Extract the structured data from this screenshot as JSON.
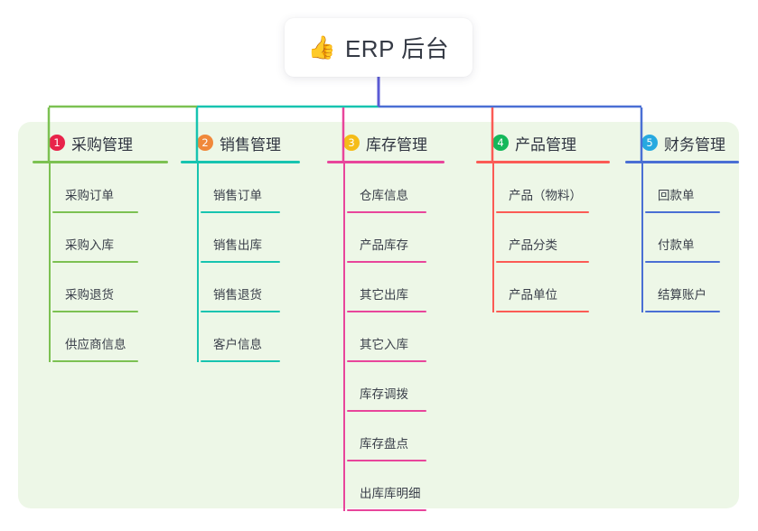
{
  "root": {
    "icon": "thumbs-up-icon",
    "emoji": "👍",
    "title": "ERP 后台"
  },
  "theme": {
    "panel_bg": "#edf7e7",
    "page_bg": "#ffffff",
    "stem_color": "#5b5bd6",
    "text_color": "#3a3f4a"
  },
  "columns": [
    {
      "number": "1",
      "title": "采购管理",
      "badge_color": "#e8234a",
      "line_color": "#7cc152",
      "items": [
        {
          "label": "采购订单"
        },
        {
          "label": "采购入库"
        },
        {
          "label": "采购退货"
        },
        {
          "label": "供应商信息"
        }
      ]
    },
    {
      "number": "2",
      "title": "销售管理",
      "badge_color": "#f0883a",
      "line_color": "#17c4b0",
      "items": [
        {
          "label": "销售订单"
        },
        {
          "label": "销售出库"
        },
        {
          "label": "销售退货"
        },
        {
          "label": "客户信息"
        }
      ]
    },
    {
      "number": "3",
      "title": "库存管理",
      "badge_color": "#f5bc18",
      "line_color": "#e8459b",
      "items": [
        {
          "label": "仓库信息"
        },
        {
          "label": "产品库存"
        },
        {
          "label": "其它出库"
        },
        {
          "label": "其它入库"
        },
        {
          "label": "库存调拨"
        },
        {
          "label": "库存盘点"
        },
        {
          "label": "出库库明细"
        }
      ]
    },
    {
      "number": "4",
      "title": "产品管理",
      "badge_color": "#14b85a",
      "line_color": "#fb5b55",
      "items": [
        {
          "label": "产品（物料）"
        },
        {
          "label": "产品分类"
        },
        {
          "label": "产品单位"
        }
      ]
    },
    {
      "number": "5",
      "title": "财务管理",
      "badge_color": "#26a9e0",
      "line_color": "#4a6fd4",
      "items": [
        {
          "label": "回款单"
        },
        {
          "label": "付款单"
        },
        {
          "label": "结算账户"
        }
      ]
    }
  ]
}
